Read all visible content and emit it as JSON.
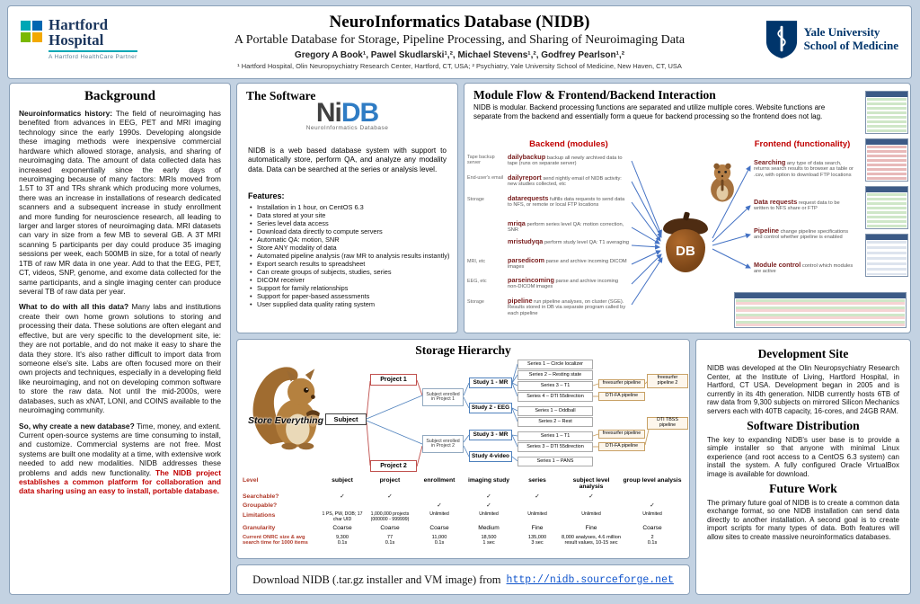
{
  "colors": {
    "page_bg": "#c3d2e2",
    "accent_red": "#c00000",
    "module_maroon": "#7b2020",
    "link_blue": "#1155cc",
    "yale_blue": "#00356b",
    "nidb_blue": "#2f7cc4",
    "hartford_navy": "#1b365d"
  },
  "header": {
    "hartford": {
      "line1": "Hartford",
      "line2": "Hospital",
      "tagline": "A Hartford HealthCare Partner"
    },
    "title": "NeuroInformatics Database (NIDB)",
    "subtitle": "A Portable Database for Storage, Pipeline Processing, and Sharing of Neuroimaging Data",
    "authors": "Gregory A Book¹, Pawel Skudlarski¹,², Michael Stevens¹,², Godfrey Pearlson¹,²",
    "affiliations": "¹ Hartford Hospital, Olin Neuropsychiatry Research Center, Hartford, CT, USA; ² Psychiatry, Yale University School of Medicine, New Haven, CT, USA",
    "yale": {
      "line1": "Yale University",
      "line2": "School of Medicine"
    }
  },
  "background": {
    "title": "Background",
    "p1_lead": "Neuroinformatics history:",
    "p1": " The field of neuroimaging has benefited from advances in EEG, PET and MRI imaging technology since the early 1990s. Developing alongside these imaging methods were inexpensive commercial hardware which allowed storage, analysis, and sharing of neuroimaging data. The amount of data collected data has increased exponentially since the early days of neuroimaging because of many factors: MRIs moved from 1.5T to 3T and TRs shrank which producing more volumes, there was an increase in installations of research dedicated scanners and a subsequent increase in study enrollment and more funding for neuroscience research, all leading to larger and larger stores of neuroimaging data. MRI datasets can vary in size from a few MB to several GB. A 3T MRI scanning 5 participants per day could produce 35 imaging sessions per week, each 500MB in size, for a total of nearly 1TB of raw MR data in one year. Add to that the EEG, PET, CT, videos, SNP, genome, and exome data collected for the same participants, and a single imaging center can produce several TB of raw data per year.",
    "p2_lead": "What to do with all this data?",
    "p2": " Many labs and institutions create their own home grown solutions to storing and processing their data. These solutions are often elegant and effective, but are very specific to the development site, ie: they are not portable, and do not make it easy to share the data they store. It's also rather difficult to import data from someone else's site. Labs are often focused more on their own projects and techniques, especially in a developing field like neuroimaging, and not on developing common software to store the raw data. Not until the mid-2000s, were databases, such as xNAT, LONI, and COINS available to the neuroimaging community.",
    "p3_lead": "So, why create a new database?",
    "p3": " Time, money, and extent. Current open-source systems are time consuming to install, and customize. Commercial systems are not free. Most systems are built one modality at a time, with extensive work needed to add new modalities. NIDB addresses these problems and adds new functionality. ",
    "p3_highlight": "The NIDB project establishes a common platform for collaboration and data sharing using an easy to install, portable database."
  },
  "software": {
    "title": "The Software",
    "logo_ni": "Ni",
    "logo_db": "DB",
    "logo_sub": "NeuroInformatics Database",
    "intro": "NIDB is a web based database system with support to automatically store, perform QA, and analyze any modality data. Data can be searched at the series or analysis level.",
    "features_label": "Features:",
    "features": [
      "Installation in 1 hour, on CentOS 6.3",
      "Data stored at your site",
      "Series level data access",
      "Download data directly to compute servers",
      "Automatic QA: motion, SNR",
      "Store ANY modality of data",
      "Automated pipeline analysis (raw MR to analysis results instantly)",
      "Export search results to spreadsheet",
      "Can create groups of subjects, studies, series",
      "DICOM receiver",
      "Support for family relationships",
      "Support for paper-based assessments",
      "User supplied data quality rating system"
    ]
  },
  "moduleflow": {
    "title": "Module Flow & Frontend/Backend Interaction",
    "intro": "NIDB is modular. Backend processing functions are separated and utilize multiple cores. Website functions are separate from the backend and essentially form a queue for backend processing so the frontend does not lag.",
    "backend_header": "Backend (modules)",
    "frontend_header": "Frontend (functionality)",
    "db_label": "DB",
    "sources": [
      "Tape backup server",
      "End-user's email",
      "Storage",
      "MRI, etc",
      "EEG, etc",
      "Storage"
    ],
    "backend": [
      {
        "name": "dailybackup",
        "desc": "backup all newly archived data to tape (runs on separate server)"
      },
      {
        "name": "dailyreport",
        "desc": "send nightly email of NIDB activity: new studies collected, etc"
      },
      {
        "name": "datarequests",
        "desc": "fulfills data requests to send data to NFS, or remote or local FTP locations"
      },
      {
        "name": "mriqa",
        "desc": "perform series level QA: motion correction, SNR"
      },
      {
        "name": "mristudyqa",
        "desc": "perform study level QA: T1 averaging"
      },
      {
        "name": "parsedicom",
        "desc": "parse and archive incoming DICOM images"
      },
      {
        "name": "parseincoming",
        "desc": "parse and archive incoming non-DICOM images"
      },
      {
        "name": "pipeline",
        "desc": "run pipeline analyses, on cluster (SGE). Results stored in DB via separate program called by each pipeline"
      }
    ],
    "frontend": [
      {
        "name": "Searching",
        "desc": "any type of data search, returns search results to browser as table or .csv, with option to download FTP locations"
      },
      {
        "name": "Data requests",
        "desc": "request data to be written to NFS share or FTP"
      },
      {
        "name": "Pipeline",
        "desc": "change pipeline specifications and control whether pipeline is enabled"
      },
      {
        "name": "Module control",
        "desc": "control which modules are active"
      }
    ]
  },
  "storage": {
    "title": "Storage Hierarchy",
    "mascot": "Store Everything",
    "nodes": {
      "subject": "Subject",
      "project1": "Project 1",
      "project2": "Project 2",
      "enroll1": "Subject enrolled in Project 1",
      "enroll2": "Subject enrolled in Project 2",
      "study1": "Study 1 - MR",
      "study2": "Study 2 - EEG",
      "study3": "Study 3 - MR",
      "study4": "Study 4-video",
      "series": [
        "Series 1 – Circle localizer",
        "Series 2 – Resting state",
        "Series 3 – T1",
        "Series 4 – DTI 55direction",
        "Series 1 – Oddball",
        "Series 2 – Rest",
        "Series 1 – T1",
        "Series 3 – DTI 55direction",
        "Series 1 – PANS"
      ],
      "pipelines": [
        "freesurfer pipeline",
        "DTI-FA pipeline",
        "freesurfer pipeline 2",
        "freesurfer pipeline",
        "DTI-FA pipeline",
        "DTI TBSS pipeline"
      ]
    },
    "table": {
      "headers": [
        "Level",
        "subject",
        "project",
        "enrollment",
        "imaging study",
        "series",
        "subject level analysis",
        "group level analysis"
      ],
      "rows": [
        {
          "label": "Searchable?",
          "cells": [
            "✓",
            "✓",
            "",
            "✓",
            "✓",
            "✓",
            ""
          ]
        },
        {
          "label": "Groupable?",
          "cells": [
            "",
            "",
            "✓",
            "✓",
            "",
            "",
            "✓"
          ]
        },
        {
          "label": "Limitations",
          "cells": [
            "1 PS, PW, DOB; 17 char UID",
            "1,000,000 projects (000000 - 999999)",
            "Unlimited",
            "Unlimited",
            "Unlimited",
            "Unlimited",
            "Unlimited"
          ]
        },
        {
          "label": "Granularity",
          "cells": [
            "Coarse",
            "Coarse",
            "Coarse",
            "Medium",
            "Fine",
            "Fine",
            "Coarse"
          ]
        },
        {
          "label": "Current ONRC size & avg search time for 1000 items",
          "cells": [
            "9,300\n0.1s",
            "77\n0.1s",
            "11,000\n0.1s",
            "18,500\n1 sec",
            "135,000\n3 sec",
            "8,000 analyses, 4.6 million result values, 10-15 sec",
            "2\n0.1s"
          ]
        }
      ]
    }
  },
  "devsite": {
    "dev_title": "Development Site",
    "dev_text": "NIDB was developed at the Olin Neuropsychiatry Research Center, at the Institute of Living, Hartford Hospital, in Hartford, CT USA. Development began in 2005 and is currently in its 4th generation. NIDB currently hosts 6TB of raw data from 9,300 subjects on mirrored Silicon Mechanics servers each with 40TB capacity, 16-cores, and 24GB RAM.",
    "dist_title": "Software Distribution",
    "dist_text": "The key to expanding NIDB's user base is to provide a simple installer so that anyone with minimal Linux experience (and root access to a CentOS 6.3 system) can install the system. A fully configured Oracle VirtualBox image is available for download.",
    "future_title": "Future Work",
    "future_text": "The primary future goal of NIDB is to create a common data exchange format, so one NIDB installation can send data directly to another installation. A second goal is to create import scripts for many types of data. Both features will allow sites to create massive neuroinformatics databases."
  },
  "download": {
    "label": "Download NIDB (.tar.gz installer and VM image) from",
    "url": "http://nidb.sourceforge.net"
  }
}
